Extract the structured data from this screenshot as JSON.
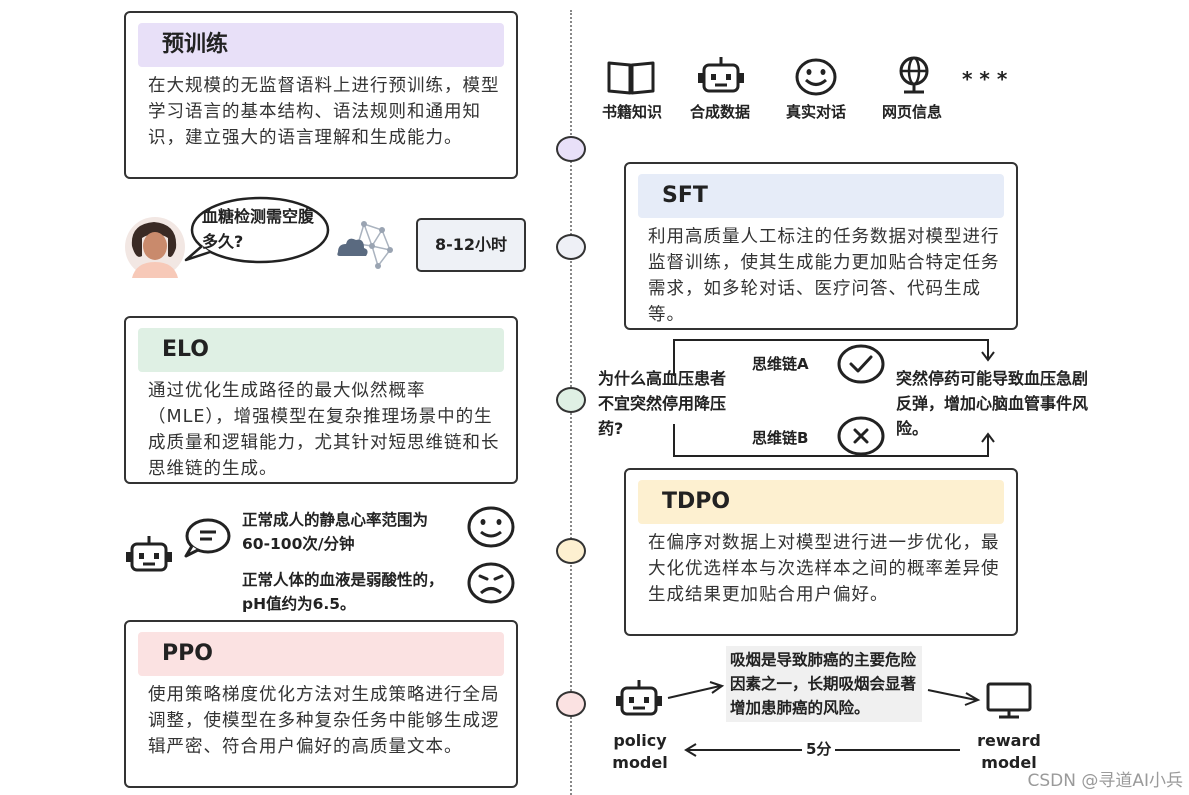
{
  "pretrain": {
    "title": "预训练",
    "text": "在大规模的无监督语料上进行预训练，模型学习语言的基本结构、语法规则和通用知识，建立强大的语言理解和生成能力。",
    "color": "#e8e0f8"
  },
  "sources": {
    "items": [
      {
        "label": "书籍知识",
        "icon": "book-icon"
      },
      {
        "label": "合成数据",
        "icon": "robot-icon"
      },
      {
        "label": "真实对话",
        "icon": "smiley-icon"
      },
      {
        "label": "网页信息",
        "icon": "globe-icon"
      }
    ],
    "more": "* * *"
  },
  "sft": {
    "title": "SFT",
    "text": "利用高质量人工标注的任务数据对模型进行监督训练，使其生成能力更加贴合特定任务需求，如多轮对话、医疗问答、代码生成等。",
    "color": "#e6ecf8"
  },
  "sft_example": {
    "question": "血糖检测需空腹多久?",
    "answer": "8-12小时"
  },
  "elo": {
    "title": "ELO",
    "text": "通过优化生成路径的最大似然概率（MLE），增强模型在复杂推理场景中的生成质量和逻辑能力，尤其针对短思维链和长思维链的生成。",
    "color": "#dff0e4"
  },
  "elo_example": {
    "question": "为什么高血压患者不宜突然停用降压药?",
    "chain_a": "思维链A",
    "chain_b": "思维链B",
    "answer": "突然停药可能导致血压急剧反弹，增加心脑血管事件风险。"
  },
  "tdpo": {
    "title": "TDPO",
    "text": "在偏序对数据上对模型进行进一步优化，最大化优选样本与次选样本之间的概率差异使生成结果更加贴合用户偏好。",
    "color": "#fdf0d0"
  },
  "tdpo_example": {
    "good": "正常成人的静息心率范围为60-100次/分钟",
    "bad": "正常人体的血液是弱酸性的，pH值约为6.5。"
  },
  "ppo": {
    "title": "PPO",
    "text": "使用策略梯度优化方法对生成策略进行全局调整，使模型在多种复杂任务中能够生成逻辑严密、符合用户偏好的高质量文本。",
    "color": "#fbe2e2"
  },
  "ppo_example": {
    "policy": "policy model",
    "reward": "reward model",
    "output": "吸烟是导致肺癌的主要危险因素之一，长期吸烟会显著增加患肺癌的风险。",
    "score": "5分"
  },
  "dots": {
    "pretrain": "#e8e0f8",
    "sft": "#eef0f6",
    "elo": "#dff0e4",
    "tdpo": "#fdf0d0",
    "ppo": "#fbe2e2"
  },
  "watermark": "CSDN @寻道AI小兵"
}
